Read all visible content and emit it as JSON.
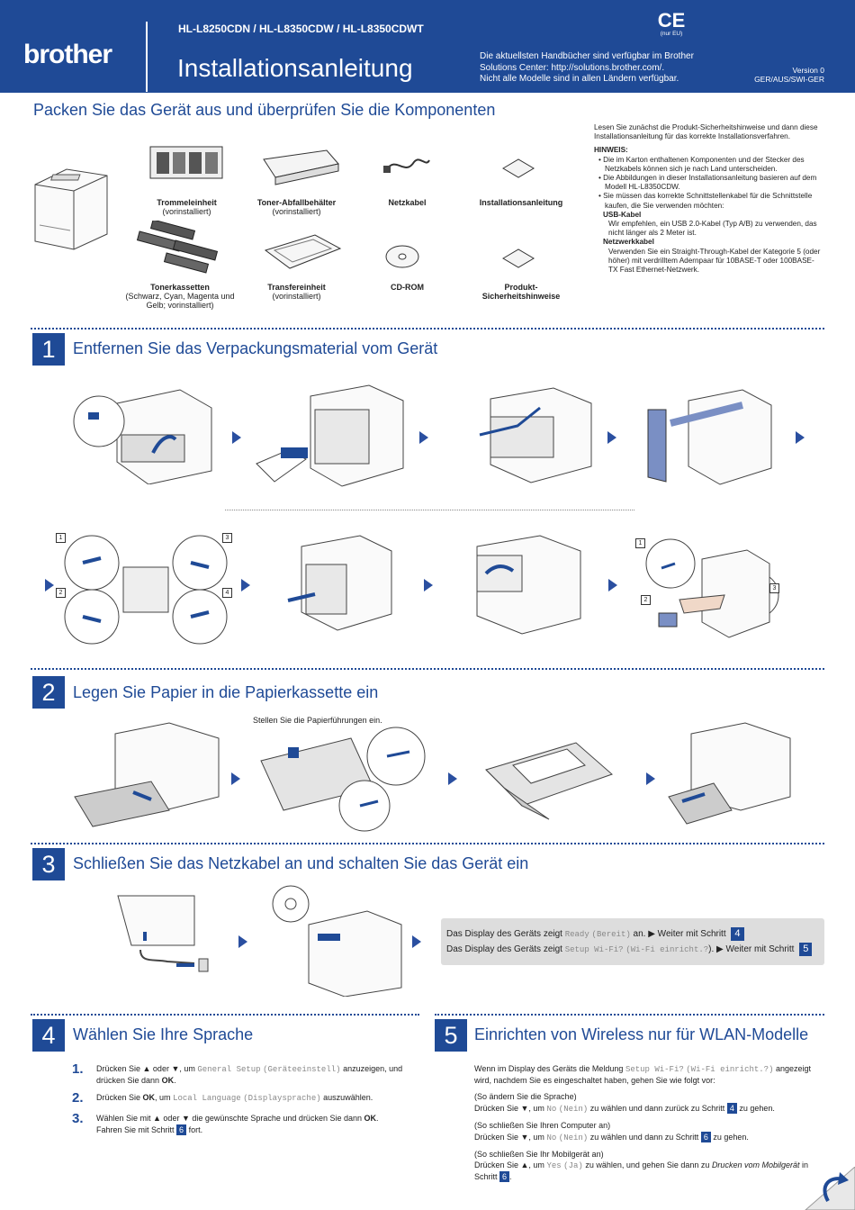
{
  "header": {
    "brand": "brother",
    "models": "HL-L8250CDN / HL-L8350CDW / HL-L8350CDWT",
    "title": "Installationsanleitung",
    "info_line1": "Die aktuellsten Handbücher sind verfügbar im Brother",
    "info_line2": "Solutions Center: http://solutions.brother.com/.",
    "info_line3": "Nicht alle Modelle sind in allen Ländern verfügbar.",
    "ce_mark": "CE",
    "ce_note": "(nur EU)",
    "version": "Version 0",
    "region": "GER/AUS/SWI-GER"
  },
  "unpack": {
    "title": "Packen Sie das Gerät aus und überprüfen Sie die Komponenten",
    "components": [
      {
        "name": "Trommeleinheit",
        "sub": "(vorinstalliert)"
      },
      {
        "name": "Toner-Abfallbehälter",
        "sub": "(vorinstalliert)"
      },
      {
        "name": "Netzkabel",
        "sub": ""
      },
      {
        "name": "Installationsanleitung",
        "sub": ""
      },
      {
        "name": "Tonerkassetten",
        "sub": "(Schwarz, Cyan, Magenta und",
        "sub2": "Gelb; vorinstalliert)"
      },
      {
        "name": "Transfereinheit",
        "sub": "(vorinstalliert)"
      },
      {
        "name": "CD-ROM",
        "sub": ""
      },
      {
        "name": "Produkt-",
        "sub": "Sicherheitshinweise"
      }
    ],
    "note_intro1": "Lesen Sie zunächst die Produkt-Sicherheitshinweise und dann diese",
    "note_intro2": "Installationsanleitung für das korrekte Installationsverfahren.",
    "hinweis": "HINWEIS:",
    "bullet1a": "Die im Karton enthaltenen Komponenten und der Stecker des",
    "bullet1b": "Netzkabels können sich je nach Land unterscheiden.",
    "bullet2a": "Die Abbildungen in dieser Installationsanleitung basieren auf dem",
    "bullet2b": "Modell HL-L8350CDW.",
    "bullet3a": "Sie müssen das korrekte Schnittstellenkabel für die Schnittstelle",
    "bullet3b": "kaufen, die Sie verwenden möchten:",
    "usb_title": "USB-Kabel",
    "usb_text1": "Wir empfehlen, ein USB 2.0-Kabel (Typ A/B) zu verwenden, das",
    "usb_text2": "nicht länger als 2 Meter ist.",
    "net_title": "Netzwerkkabel",
    "net_text1": "Verwenden Sie ein Straight-Through-Kabel der Kategorie 5 (oder",
    "net_text2": "höher) mit verdrilltem Adernpaar für 10BASE-T oder 100BASE-",
    "net_text3": "TX Fast Ethernet-Netzwerk."
  },
  "step1": {
    "num": "1",
    "title": "Entfernen Sie das Verpackungsmaterial vom Gerät",
    "callouts": [
      "1",
      "2",
      "3",
      "4",
      "1",
      "2",
      "3"
    ]
  },
  "step2": {
    "num": "2",
    "title": "Legen Sie Papier in die Papierkassette ein",
    "hint": "Stellen Sie die Papierführungen ein."
  },
  "step3": {
    "num": "3",
    "title": "Schließen Sie das Netzkabel an und schalten Sie das Gerät ein",
    "line1_pre": "Das Display des Geräts zeigt",
    "line1_code": "Ready",
    "line1_code2": "Bereit",
    "line1_post": "an. ▶ Weiter mit Schritt",
    "line1_step": "4",
    "line2_pre": "Das Display des Geräts zeigt",
    "line2_code": "Setup Wi-Fi?",
    "line2_code2": "Wi-Fi einricht.?",
    "line2_post": "). ▶ Weiter mit Schritt",
    "line2_step": "5"
  },
  "step4": {
    "num": "4",
    "title": "Wählen Sie Ihre Sprache",
    "items": [
      {
        "n": "1.",
        "a": "Drücken Sie ▲ oder ▼, um",
        "code": "General Setup",
        "code2": "Geräteeinstell",
        "b": "anzuzeigen, und",
        "line2": "drücken Sie dann",
        "ok": "OK",
        "end": "."
      },
      {
        "n": "2.",
        "a": "Drücken Sie",
        "ok": "OK",
        "b": ", um",
        "code": "Local Language",
        "code2": "Displaysprache",
        "end": "auszuwählen."
      },
      {
        "n": "3.",
        "a": "Wählen Sie mit ▲ oder ▼ die gewünschte Sprache und drücken Sie dann",
        "ok": "OK",
        "end": ".",
        "line2": "Fahren Sie mit Schritt",
        "step": "6",
        "line2end": "fort."
      }
    ]
  },
  "step5": {
    "num": "5",
    "title": "Einrichten von Wireless nur für WLAN-Modelle",
    "intro1a": "Wenn im Display des Geräts die Meldung",
    "intro1code": "Setup Wi-Fi?",
    "intro1code2": "Wi-Fi einricht.?",
    "intro1b": "angezeigt",
    "intro2": "wird, nachdem Sie es eingeschaltet haben, gehen Sie wie folgt vor:",
    "b1_head": "(So ändern Sie die Sprache)",
    "b1_text_a": "Drücken Sie ▼, um",
    "b1_code": "No",
    "b1_code2": "Nein",
    "b1_text_b": "zu wählen und dann zurück zu Schritt",
    "b1_step": "4",
    "b1_end": "zu gehen.",
    "b2_head": "(So schließen Sie Ihren Computer an)",
    "b2_text_a": "Drücken Sie ▼, um",
    "b2_code": "No",
    "b2_code2": "Nein",
    "b2_text_b": "zu wählen und dann zu Schritt",
    "b2_step": "6",
    "b2_end": "zu gehen.",
    "b3_head": "(So schließen Sie Ihr Mobilgerät an)",
    "b3_text_a": "Drücken Sie ▲, um",
    "b3_code": "Yes",
    "b3_code2": "Ja",
    "b3_text_b": "zu wählen, und gehen Sie dann zu",
    "b3_italic": "Drucken vom Mobilgerät",
    "b3_text_c": "in",
    "b3_line2": "Schritt",
    "b3_step": "6",
    "b3_end": "."
  },
  "colors": {
    "brand_blue": "#1f4a96",
    "display_gray": "#dddddd"
  }
}
